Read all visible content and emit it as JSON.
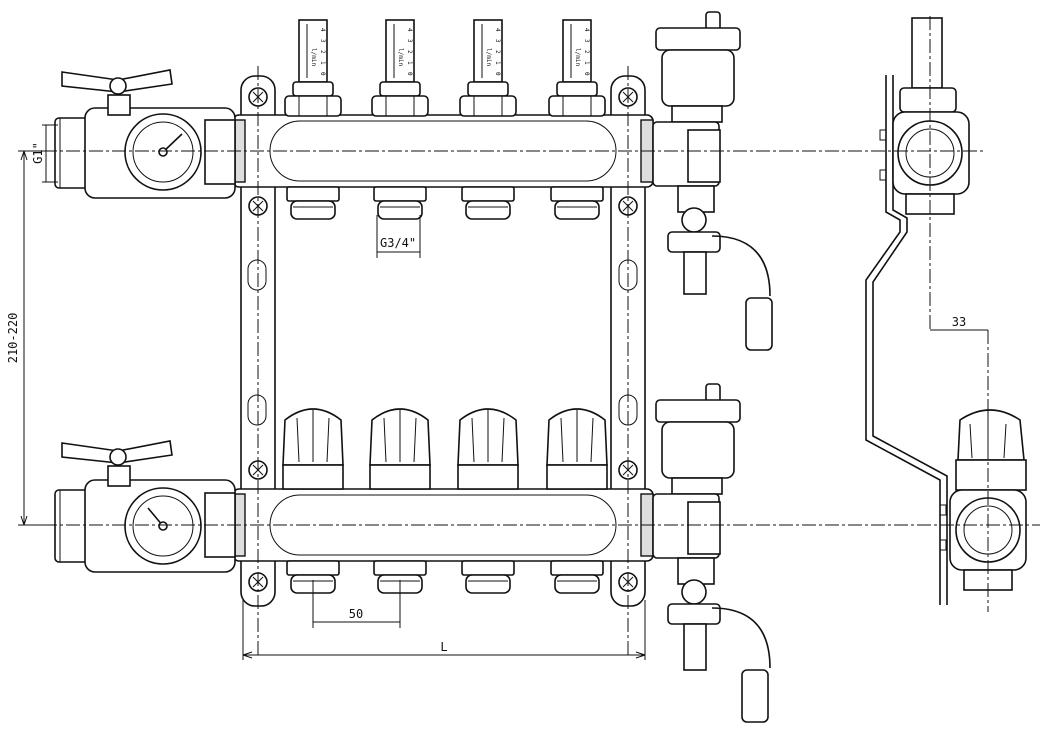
{
  "dimensions": {
    "inlet_thread": "G1\"",
    "outlet_thread": "G3/4\"",
    "height_range": "210-220",
    "outlet_pitch": "50",
    "length": "L",
    "side_offset": "33"
  },
  "flowmeter_unit": "l/min",
  "flowmeter_scale": [
    "4",
    "3",
    "2",
    "1",
    "0"
  ],
  "outlet_count": 4
}
